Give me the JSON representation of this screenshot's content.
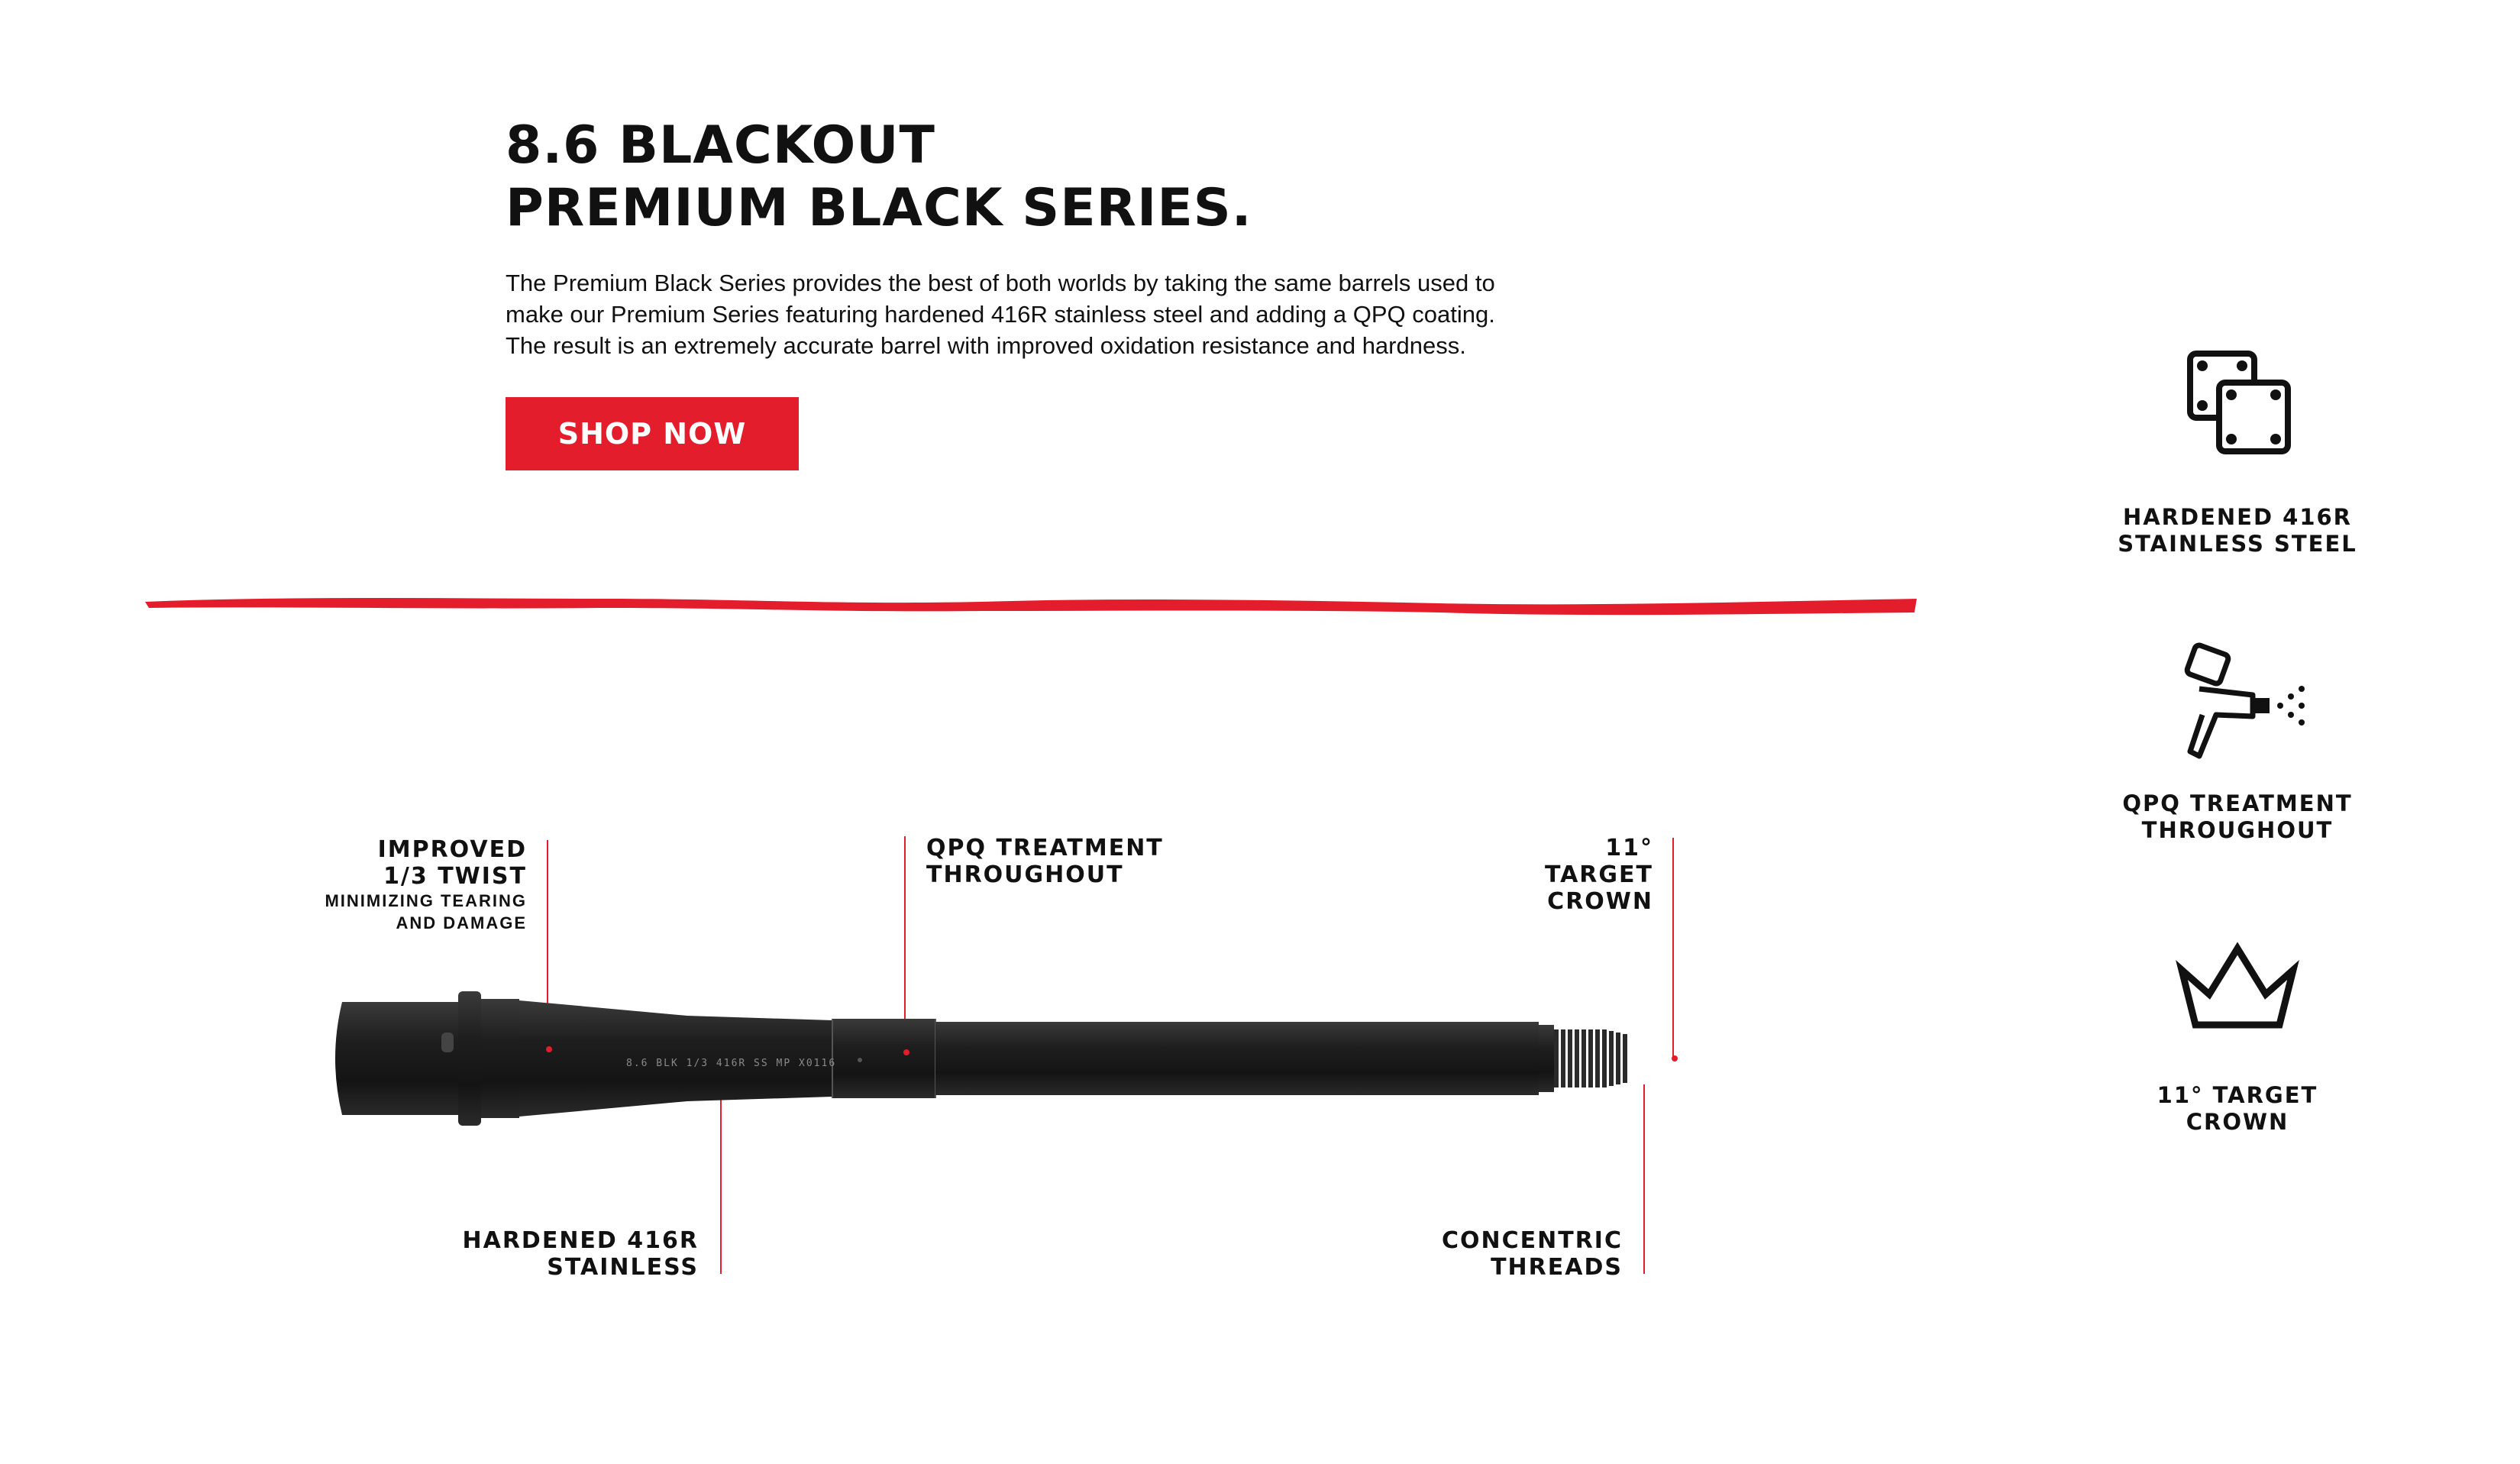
{
  "header": {
    "title_line1": "8.6 BLACKOUT",
    "title_line2": "PREMIUM BLACK SERIES.",
    "description": "The Premium Black Series provides the best of both worlds by taking the same barrels used to make our Premium Series featuring hardened 416R stainless steel and adding a QPQ coating. The result is an extremely accurate barrel with improved oxidation resistance and hardness.",
    "cta_label": "SHOP NOW"
  },
  "callouts": {
    "twist": {
      "line1": "IMPROVED",
      "line2": "1/3 TWIST",
      "sub1": "MINIMIZING TEARING",
      "sub2": "AND DAMAGE"
    },
    "qpq": {
      "line1": "QPQ TREATMENT",
      "line2": "THROUGHOUT"
    },
    "crown": {
      "line1": "11°",
      "line2": "TARGET",
      "line3": "CROWN"
    },
    "stainless": {
      "line1": "HARDENED 416R",
      "line2": "STAINLESS"
    },
    "threads": {
      "line1": "CONCENTRIC",
      "line2": "THREADS"
    }
  },
  "barrel_engraving": "8.6 BLK 1/3 416R SS MP X0116",
  "features": [
    {
      "icon": "steel-plates-icon",
      "line1": "HARDENED 416R",
      "line2": "STAINLESS STEEL"
    },
    {
      "icon": "spray-gun-icon",
      "line1": "QPQ TREATMENT",
      "line2": "THROUGHOUT"
    },
    {
      "icon": "crown-icon",
      "line1": "11° TARGET",
      "line2": "CROWN"
    }
  ],
  "colors": {
    "accent": "#e31d2b",
    "text": "#111111",
    "background": "#ffffff"
  }
}
